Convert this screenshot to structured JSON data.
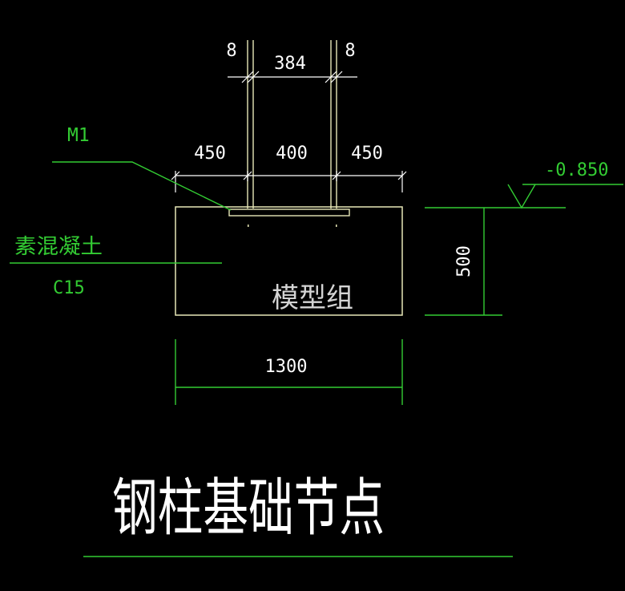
{
  "colors": {
    "background": "#000000",
    "outline": "#e8e8b8",
    "dimension": "#ffffff",
    "annotation": "#33cc33",
    "watermark": "#e6e6e6"
  },
  "dims": {
    "top_left_plate": "8",
    "top_gap": "384",
    "top_right_plate": "8",
    "left_width": "450",
    "mid_width": "400",
    "right_width": "450",
    "total_width": "1300",
    "depth": "500"
  },
  "labels": {
    "plate": "M1",
    "material": "素混凝土",
    "grade": "C15",
    "elevation": "-0.850",
    "watermark": "模型组",
    "title": "钢柱基础节点"
  }
}
